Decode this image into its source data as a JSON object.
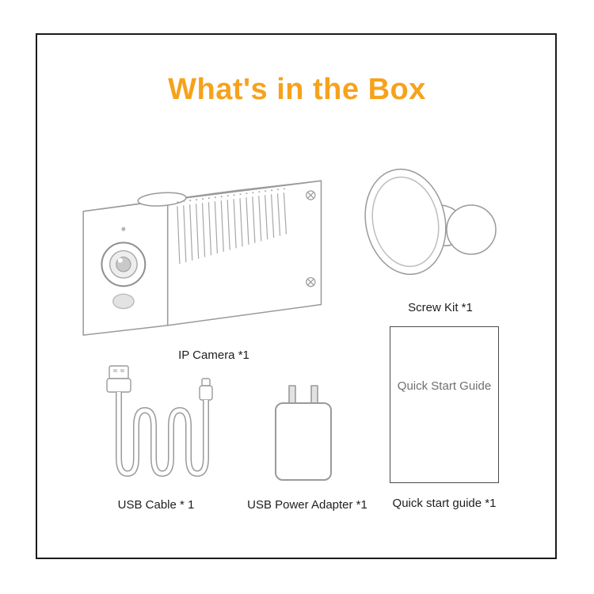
{
  "title": "What's in the Box",
  "accent_color": "#F6A21C",
  "items": {
    "camera": {
      "label": "IP Camera  *1"
    },
    "screw_kit": {
      "label": "Screw Kit  *1"
    },
    "usb_cable": {
      "label": "USB Cable  * 1"
    },
    "power_adapter": {
      "label": "USB Power Adapter  *1"
    },
    "guide": {
      "label": "Quick start guide  *1",
      "cover_text": "Quick Start Guide"
    }
  }
}
